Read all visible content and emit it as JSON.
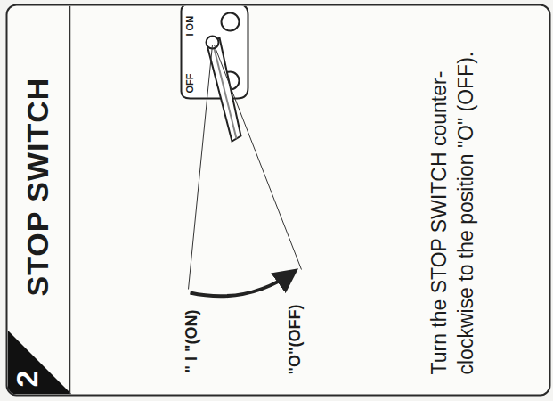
{
  "diagram": {
    "title": "STOP SWITCH",
    "labels": [
      "2",
      "OFF",
      "I ON",
      "\" I \"(ON)",
      "\"O\"(OFF)",
      "Turn the STOP SWITCH counter-clockwise to the position \"O\" (OFF)."
    ]
  }
}
